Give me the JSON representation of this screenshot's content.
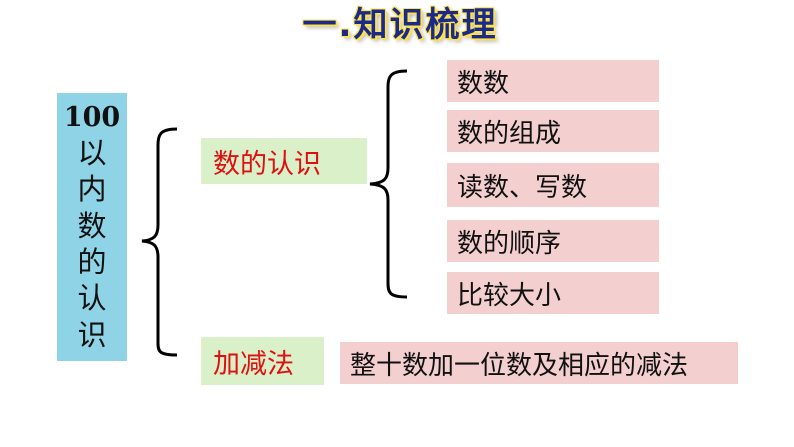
{
  "title": "一.知识梳理",
  "topic": {
    "number": "100",
    "chars": [
      "以",
      "内",
      "数",
      "的",
      "认",
      "识"
    ]
  },
  "branches": {
    "recognition": {
      "label": "数的认识",
      "items": [
        "数数",
        "数的组成",
        "读数、写数",
        "数的顺序",
        "比较大小"
      ]
    },
    "addsub": {
      "label": "加减法",
      "detail": "整十数加一位数及相应的减法"
    }
  },
  "colors": {
    "title": "#1a2a8a",
    "title_outline": "#ffe24a",
    "topic_box": "#8fd3e6",
    "branch_box": "#d9f0c8",
    "branch_text": "#e01010",
    "item_box": "#f3cfcf"
  }
}
